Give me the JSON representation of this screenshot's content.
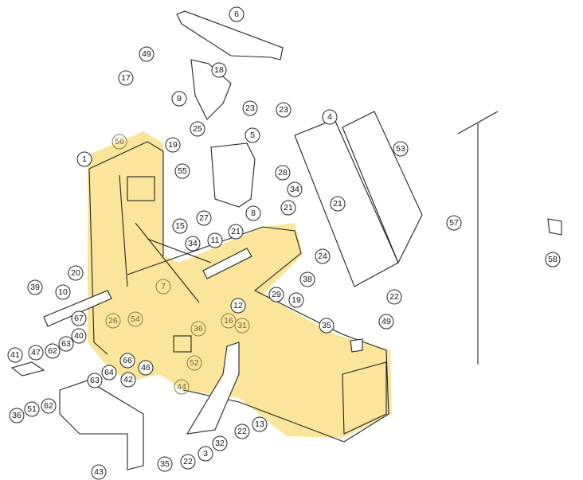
{
  "diagram": {
    "type": "exploded-parts-diagram",
    "highlight_color": "#fbe59a",
    "callouts": [
      "6",
      "49",
      "18",
      "17",
      "9",
      "23",
      "23",
      "4",
      "53",
      "25",
      "5",
      "19",
      "56",
      "1",
      "55",
      "28",
      "34",
      "21",
      "21",
      "57",
      "58",
      "8",
      "27",
      "15",
      "34",
      "11",
      "21",
      "24",
      "20",
      "7",
      "38",
      "22",
      "39",
      "10",
      "29",
      "19",
      "12",
      "35",
      "49",
      "26",
      "54",
      "36",
      "16",
      "31",
      "67",
      "40",
      "63",
      "62",
      "41",
      "47",
      "66",
      "64",
      "46",
      "42",
      "52",
      "63",
      "44",
      "36",
      "51",
      "62",
      "13",
      "22",
      "32",
      "3",
      "22",
      "35",
      "43"
    ]
  }
}
